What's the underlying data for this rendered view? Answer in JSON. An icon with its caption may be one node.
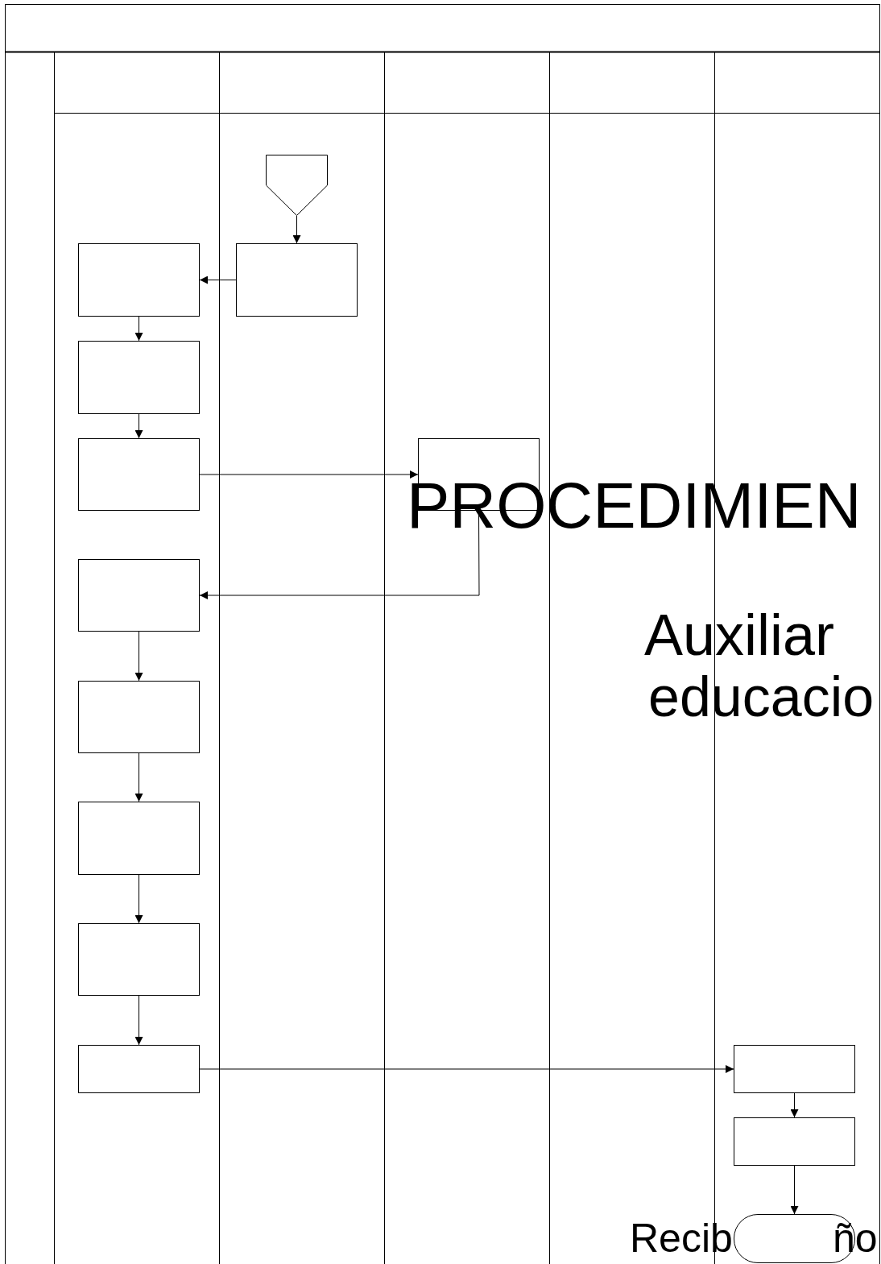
{
  "diagram": {
    "nodes": [
      {
        "text": [],
        "shape": "pentagon"
      },
      {
        "text": [],
        "shape": "box"
      },
      {
        "text": [],
        "shape": "box"
      },
      {
        "text": [],
        "shape": "box"
      },
      {
        "text": [],
        "shape": "box"
      },
      {
        "text": [],
        "shape": "box"
      },
      {
        "text": [],
        "shape": "box"
      },
      {
        "text": [],
        "shape": "box"
      },
      {
        "text": [],
        "shape": "box"
      },
      {
        "text": [],
        "shape": "box"
      },
      {
        "text": [],
        "shape": "box"
      },
      {
        "text": [],
        "shape": "box"
      },
      {
        "text": [],
        "shape": "box"
      },
      {
        "text": [],
        "shape": "terminal"
      }
    ],
    "edges": [
      {
        "from": 0,
        "to": 1,
        "arrow": "to"
      },
      {
        "from": 1,
        "to": 2,
        "arrow": "to"
      },
      {
        "from": 2,
        "to": 3,
        "arrow": "to"
      },
      {
        "from": 3,
        "to": 4,
        "arrow": "to"
      },
      {
        "from": 4,
        "to": 5,
        "arrow": "to"
      },
      {
        "from": 5,
        "to": 6,
        "arrow": "to"
      },
      {
        "from": 6,
        "to": 7,
        "arrow": "to"
      },
      {
        "from": 7,
        "to": 8,
        "arrow": "to"
      },
      {
        "from": 8,
        "to": 9,
        "arrow": "to"
      },
      {
        "from": 9,
        "to": 10,
        "arrow": "to"
      },
      {
        "from": 10,
        "to": 11,
        "arrow": "to"
      },
      {
        "from": 11,
        "to": 12,
        "arrow": "to"
      },
      {
        "from": 12,
        "to": 13,
        "arrow": "to"
      }
    ],
    "labels": [
      "PROCEDIMIEN",
      "Auxiliar",
      "educacio",
      "Recib",
      "ño"
    ]
  }
}
